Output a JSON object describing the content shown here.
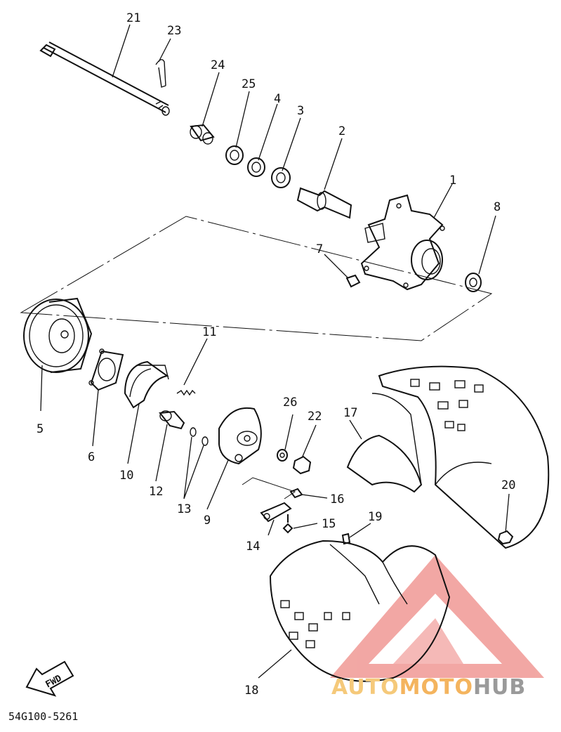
{
  "diagram_code": "54G100-5261",
  "fwd_label": "FWD",
  "watermark": {
    "part1": "AUTO",
    "part2": "MOTO",
    "part3": "HUB",
    "color_auto": "#f5c97a",
    "color_moto": "#f4b45e",
    "color_hub": "#9a9a9a",
    "triangle_color": "#e8605a"
  },
  "labels": {
    "p1": "1",
    "p2": "2",
    "p3": "3",
    "p4": "4",
    "p5": "5",
    "p6": "6",
    "p7": "7",
    "p8": "8",
    "p9": "9",
    "p10": "10",
    "p11": "11",
    "p12": "12",
    "p13": "13",
    "p14": "14",
    "p15": "15",
    "p16": "16",
    "p17": "17",
    "p18": "18",
    "p19": "19",
    "p20": "20",
    "p21": "21",
    "p22": "22",
    "p23": "23",
    "p24": "24",
    "p25": "25",
    "p26": "26"
  }
}
